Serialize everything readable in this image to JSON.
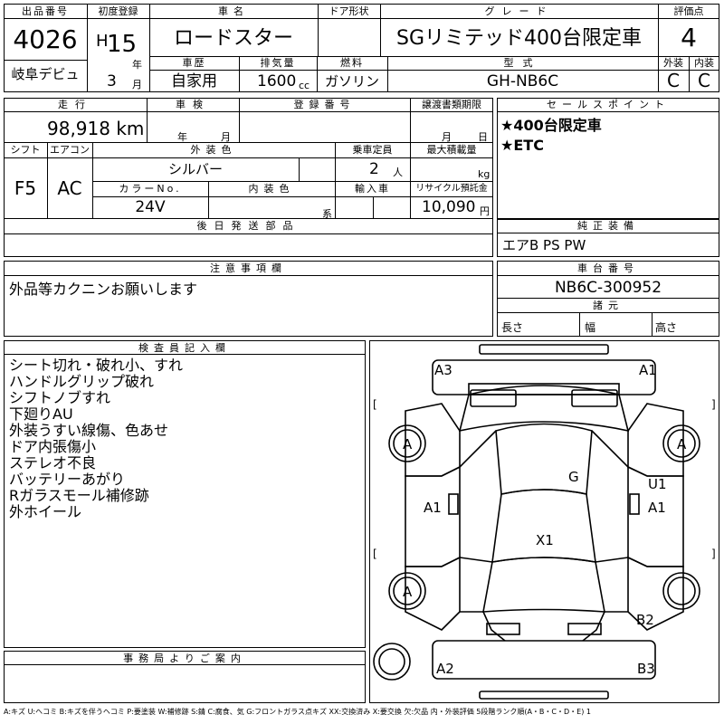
{
  "header": {
    "lot_no_label": "出品番号",
    "lot_no": "4026",
    "venue": "岐阜デビュ",
    "first_reg_label": "初度登録",
    "era": "H",
    "year": "15",
    "year_unit": "年",
    "month": "3",
    "month_unit": "月",
    "car_name_label": "車名",
    "car_name": "ロードスター",
    "door_label": "ドア形状",
    "door": "",
    "grade_label": "グレード",
    "grade": "SGリミテッド400台限定車",
    "score_label": "評価点",
    "score": "4",
    "history_label": "車歴",
    "history": "自家用",
    "displacement_label": "排気量",
    "displacement": "1600",
    "displacement_unit": "cc",
    "fuel_label": "燃料",
    "fuel": "ガソリン",
    "model_label": "型式",
    "model": "GH-NB6C",
    "ext_label": "外装",
    "ext": "C",
    "int_label": "内装",
    "int": "C"
  },
  "details": {
    "mileage_label": "走行",
    "mileage": "98,918 km",
    "inspection_label": "車検",
    "insp_year_unit": "年",
    "insp_month_unit": "月",
    "regno_label": "登録番号",
    "transfer_label": "譲渡書類期限",
    "transfer_month_unit": "月",
    "transfer_day_unit": "日",
    "shift_label": "シフト",
    "shift": "F5",
    "ac_label": "エアコン",
    "ac": "AC",
    "color_label": "外装色",
    "color": "シルバー",
    "capacity_label": "乗車定員",
    "capacity": "2",
    "capacity_unit": "人",
    "load_label": "最大積載量",
    "load_unit": "kg",
    "colorno_label": "カラーNo.",
    "colorno": "24V",
    "interior_color_label": "内装色",
    "interior_color_unit": "系",
    "import_label": "輸入車",
    "recycle_label": "リサイクル預託金",
    "recycle": "10,090",
    "recycle_unit": "円",
    "later_parts_label": "後日発送部品"
  },
  "sales_points": {
    "label": "セールスポイント",
    "items": [
      "★400台限定車",
      "★ETC"
    ]
  },
  "equipment": {
    "label": "純正装備",
    "value": "エアB PS PW"
  },
  "notes": {
    "label": "注意事項欄",
    "value": "外品等カクニンお願いします"
  },
  "chassis": {
    "label": "車台番号",
    "value": "NB6C-300952",
    "dims_label": "諸元",
    "length_label": "長さ",
    "width_label": "幅",
    "height_label": "高さ"
  },
  "inspector": {
    "label": "検査員記入欄",
    "items": [
      "シート切れ・破れ小、すれ",
      "ハンドルグリップ破れ",
      "シフトノブすれ",
      "下廻りAU",
      "外装うすい線傷、色あせ",
      "ドア内張傷小",
      "ステレオ不良",
      "バッテリーあがり",
      "Rガラスモール補修跡",
      "外ホイール"
    ]
  },
  "office": {
    "label": "事務局よりご案内"
  },
  "diagram": {
    "marks": [
      "A3",
      "A1",
      "A",
      "A",
      "G",
      "U1",
      "A1",
      "A1",
      "X1",
      "A",
      "B2",
      "A2",
      "B3"
    ]
  },
  "legend": "A:キズ U:ヘコミ B:キズを伴うヘコミ P:要塗装 W:補修跡 S:錆 C:腐食、気 G:フロントガラス点キズ XX:交換済み X:要交換 欠:欠品 内・外装評価 5段階ランク順(A・B・C・D・E) 1"
}
